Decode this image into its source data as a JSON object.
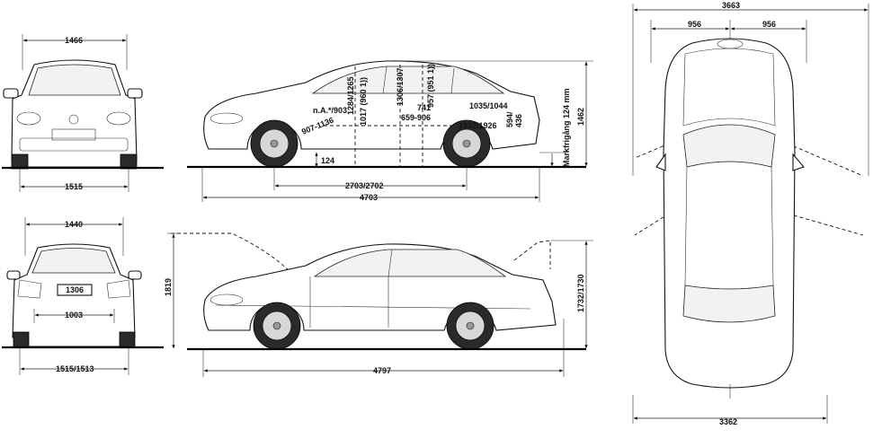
{
  "front_view": {
    "top_width": "1466",
    "track": "1515"
  },
  "side_view": {
    "interior_labels": {
      "n_a_903": "n.A.*/903",
      "r1284_1265": "1284/1265",
      "r1017": "1017 (960 1))",
      "r1306_1307": "1306/1307",
      "r957": "957 (951 1))",
      "r741": "741",
      "r659_906": "659-906",
      "r1035_1044": "1035/1044",
      "r1932_1926": "1932/1926",
      "r907_1136": "907-1136",
      "r594": "594/",
      "r436": "436"
    },
    "clearance": "124",
    "wheelbase": "2703/2702",
    "length": "4703",
    "height": "1462",
    "clearance_note": "Markfrigång 124 mm"
  },
  "rear_view": {
    "top_width": "1440",
    "plate": "1306",
    "inner_width": "1003",
    "track": "1515/1513"
  },
  "open_view": {
    "height": "1819",
    "trunk_height": "1732/1730",
    "length": "4797"
  },
  "top_view": {
    "overall_top": "3663",
    "half_left": "956",
    "half_right": "956",
    "overall_bottom": "3362"
  }
}
